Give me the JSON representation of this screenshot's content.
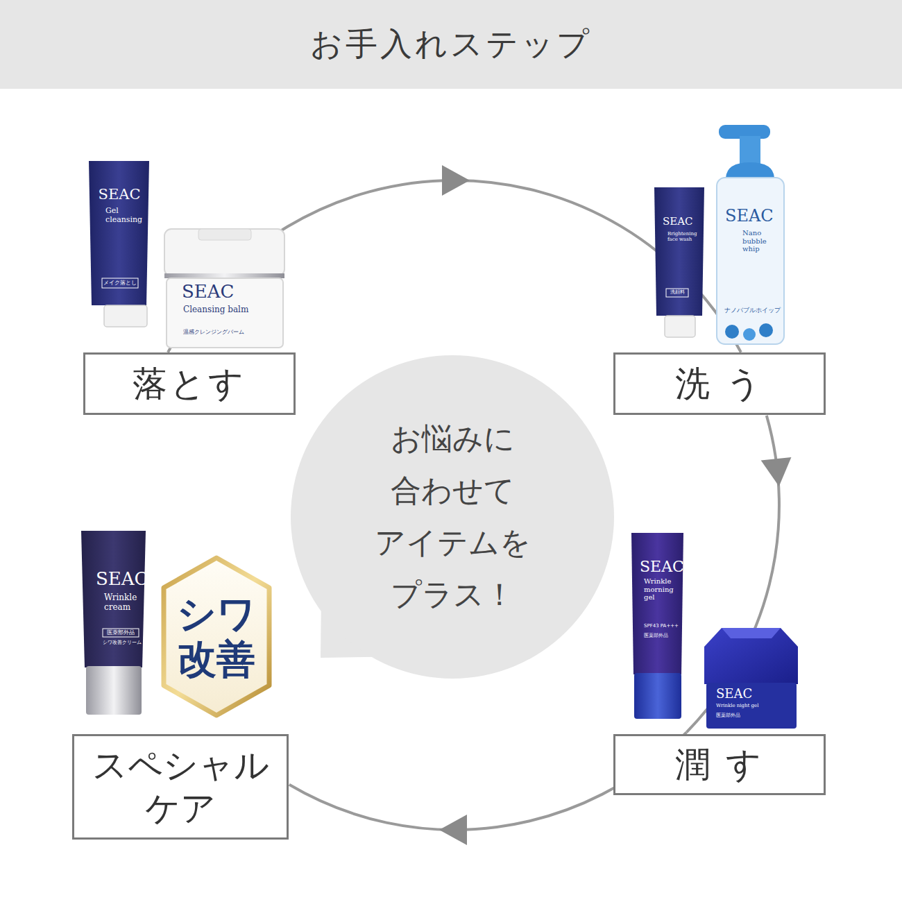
{
  "diagram": {
    "title": "お手入れステップ",
    "nodes": [
      {
        "text": [
          "落とす"
        ]
      },
      {
        "text": [
          "洗 う"
        ]
      },
      {
        "text": [
          "お悩みに 合わせて アイテムを プラス！"
        ]
      },
      {
        "text": [
          "潤 す"
        ]
      },
      {
        "text": [
          "スペシャル ケア"
        ]
      },
      {
        "text": [
          "シワ 改善"
        ]
      }
    ],
    "edges": [
      {
        "from": 0,
        "to": 1,
        "arrow": "to"
      },
      {
        "from": 1,
        "to": 3,
        "arrow": "to"
      },
      {
        "from": 3,
        "to": 4,
        "arrow": "to"
      }
    ],
    "labels": [
      "SEAC",
      "Gel cleansing",
      "メイク落とし",
      "SEAC",
      "Cleansing balm",
      "温感クレンジングバーム",
      "SEAC",
      "Brightening face wash",
      "洗顔料",
      "SEAC",
      "Nano bubble whip",
      "ナノバブルホイップ",
      "SEAC",
      "Wrinkle cream",
      "医薬部外品",
      "シワ改善クリーム",
      "SEAC",
      "Wrinkle morning gel",
      "SPF43 PA+++",
      "医薬部外品",
      "SEAC",
      "Wrinkle night gel",
      "医薬部外品"
    ]
  }
}
